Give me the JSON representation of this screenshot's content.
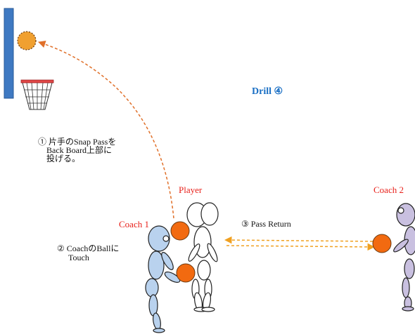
{
  "title": "Drill ④",
  "step1": {
    "line1": "① 片手のSnap Passを",
    "line2": "Back Board上部に",
    "line3": "投げる。"
  },
  "step2": {
    "line1": "② CoachのBallに",
    "line2": "Touch"
  },
  "step3": "③ Pass Return",
  "labels": {
    "player": "Player",
    "coach1": "Coach 1",
    "coach2": "Coach 2"
  },
  "colors": {
    "title": "#1a6fc4",
    "label_red": "#e8201a",
    "ball": "#f26a10",
    "pass_arrow": "#f0a020",
    "backboard": "#3f79c2",
    "coach1": "#b9d2ee",
    "coach2": "#c9c0e0",
    "player": "#ffffff"
  }
}
